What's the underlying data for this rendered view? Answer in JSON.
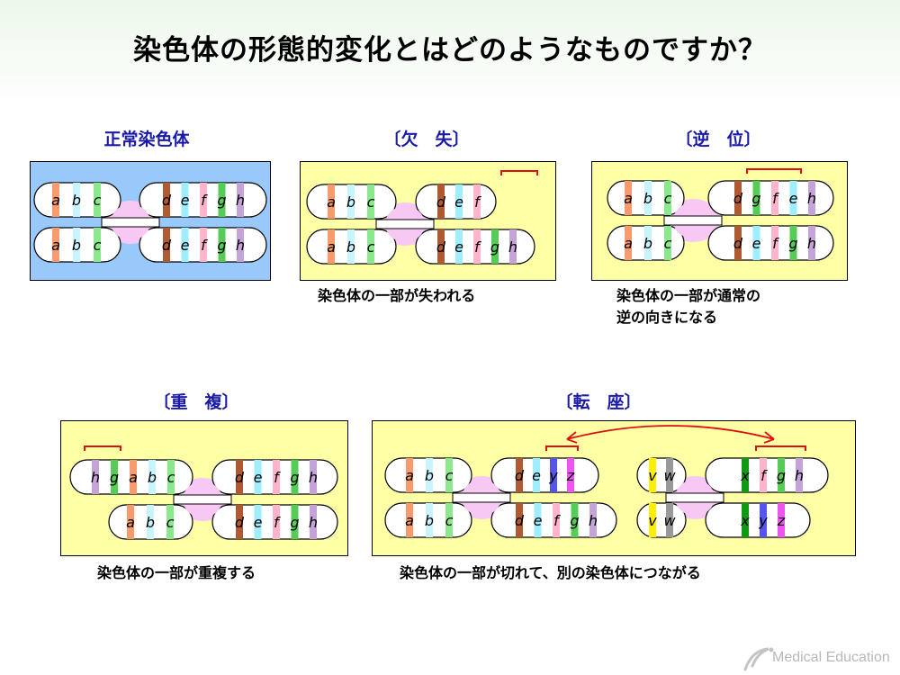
{
  "title": "染色体の形態的変化とはどのようなものですか？",
  "colors": {
    "panel_title": "#1a1aa6",
    "box_blue": "#99c9fb",
    "box_yellow": "#ffffa6",
    "chromosome_fill": "#ffffff",
    "centromere": "#f8c8f4",
    "marker": "#dd1111",
    "band_a": "#f79a6d",
    "band_b": "#c8f4ff",
    "band_c": "#8ce88c",
    "band_d": "#b05a34",
    "band_e": "#9eeeff",
    "band_f": "#ffb4cc",
    "band_g": "#55cc55",
    "band_h": "#c4a4d8",
    "band_v": "#ffee00",
    "band_w": "#999999",
    "band_x": "#119911",
    "band_y": "#5555ee",
    "band_z": "#ee55ee"
  },
  "panels": {
    "normal": {
      "title": "正常染色体",
      "caption": "",
      "rows": [
        {
          "left": [
            "a",
            "b",
            "c"
          ],
          "right": [
            "d",
            "e",
            "f",
            "g",
            "h"
          ]
        },
        {
          "left": [
            "a",
            "b",
            "c"
          ],
          "right": [
            "d",
            "e",
            "f",
            "g",
            "h"
          ]
        }
      ]
    },
    "deletion": {
      "title": "〔欠　失〕",
      "caption": "染色体の一部が失われる",
      "rows": [
        {
          "left": [
            "a",
            "b",
            "c"
          ],
          "right": [
            "d",
            "e",
            "f"
          ]
        },
        {
          "left": [
            "a",
            "b",
            "c"
          ],
          "right": [
            "d",
            "e",
            "f",
            "g",
            "h"
          ]
        }
      ]
    },
    "inversion": {
      "title": "〔逆　位〕",
      "caption": "染色体の一部が通常の\n逆の向きになる",
      "caption_lines": [
        "染色体の一部が通常の",
        "逆の向きになる"
      ],
      "rows": [
        {
          "left": [
            "a",
            "b",
            "c"
          ],
          "right": [
            "d",
            "g",
            "f",
            "e",
            "h"
          ]
        },
        {
          "left": [
            "a",
            "b",
            "c"
          ],
          "right": [
            "d",
            "e",
            "f",
            "g",
            "h"
          ]
        }
      ]
    },
    "duplication": {
      "title": "〔重　複〕",
      "caption": "染色体の一部が重複する",
      "rows": [
        {
          "left": [
            "h",
            "g",
            "a",
            "b",
            "c"
          ],
          "right": [
            "d",
            "e",
            "f",
            "g",
            "h"
          ]
        },
        {
          "left": [
            "a",
            "b",
            "c"
          ],
          "right": [
            "d",
            "e",
            "f",
            "g",
            "h"
          ]
        }
      ]
    },
    "translocation": {
      "title": "〔転　座〕",
      "caption": "染色体の一部が切れて、別の染色体につながる",
      "chromosome1": [
        {
          "left": [
            "a",
            "b",
            "c"
          ],
          "right": [
            "d",
            "e",
            "y",
            "z"
          ]
        },
        {
          "left": [
            "a",
            "b",
            "c"
          ],
          "right": [
            "d",
            "e",
            "f",
            "g",
            "h"
          ]
        }
      ],
      "chromosome2": [
        {
          "left": [
            "v",
            "w"
          ],
          "right": [
            "x",
            "f",
            "g",
            "h"
          ]
        },
        {
          "left": [
            "v",
            "w"
          ],
          "right": [
            "x",
            "y",
            "z"
          ]
        }
      ]
    }
  },
  "logo": {
    "text": "Medical Education"
  }
}
